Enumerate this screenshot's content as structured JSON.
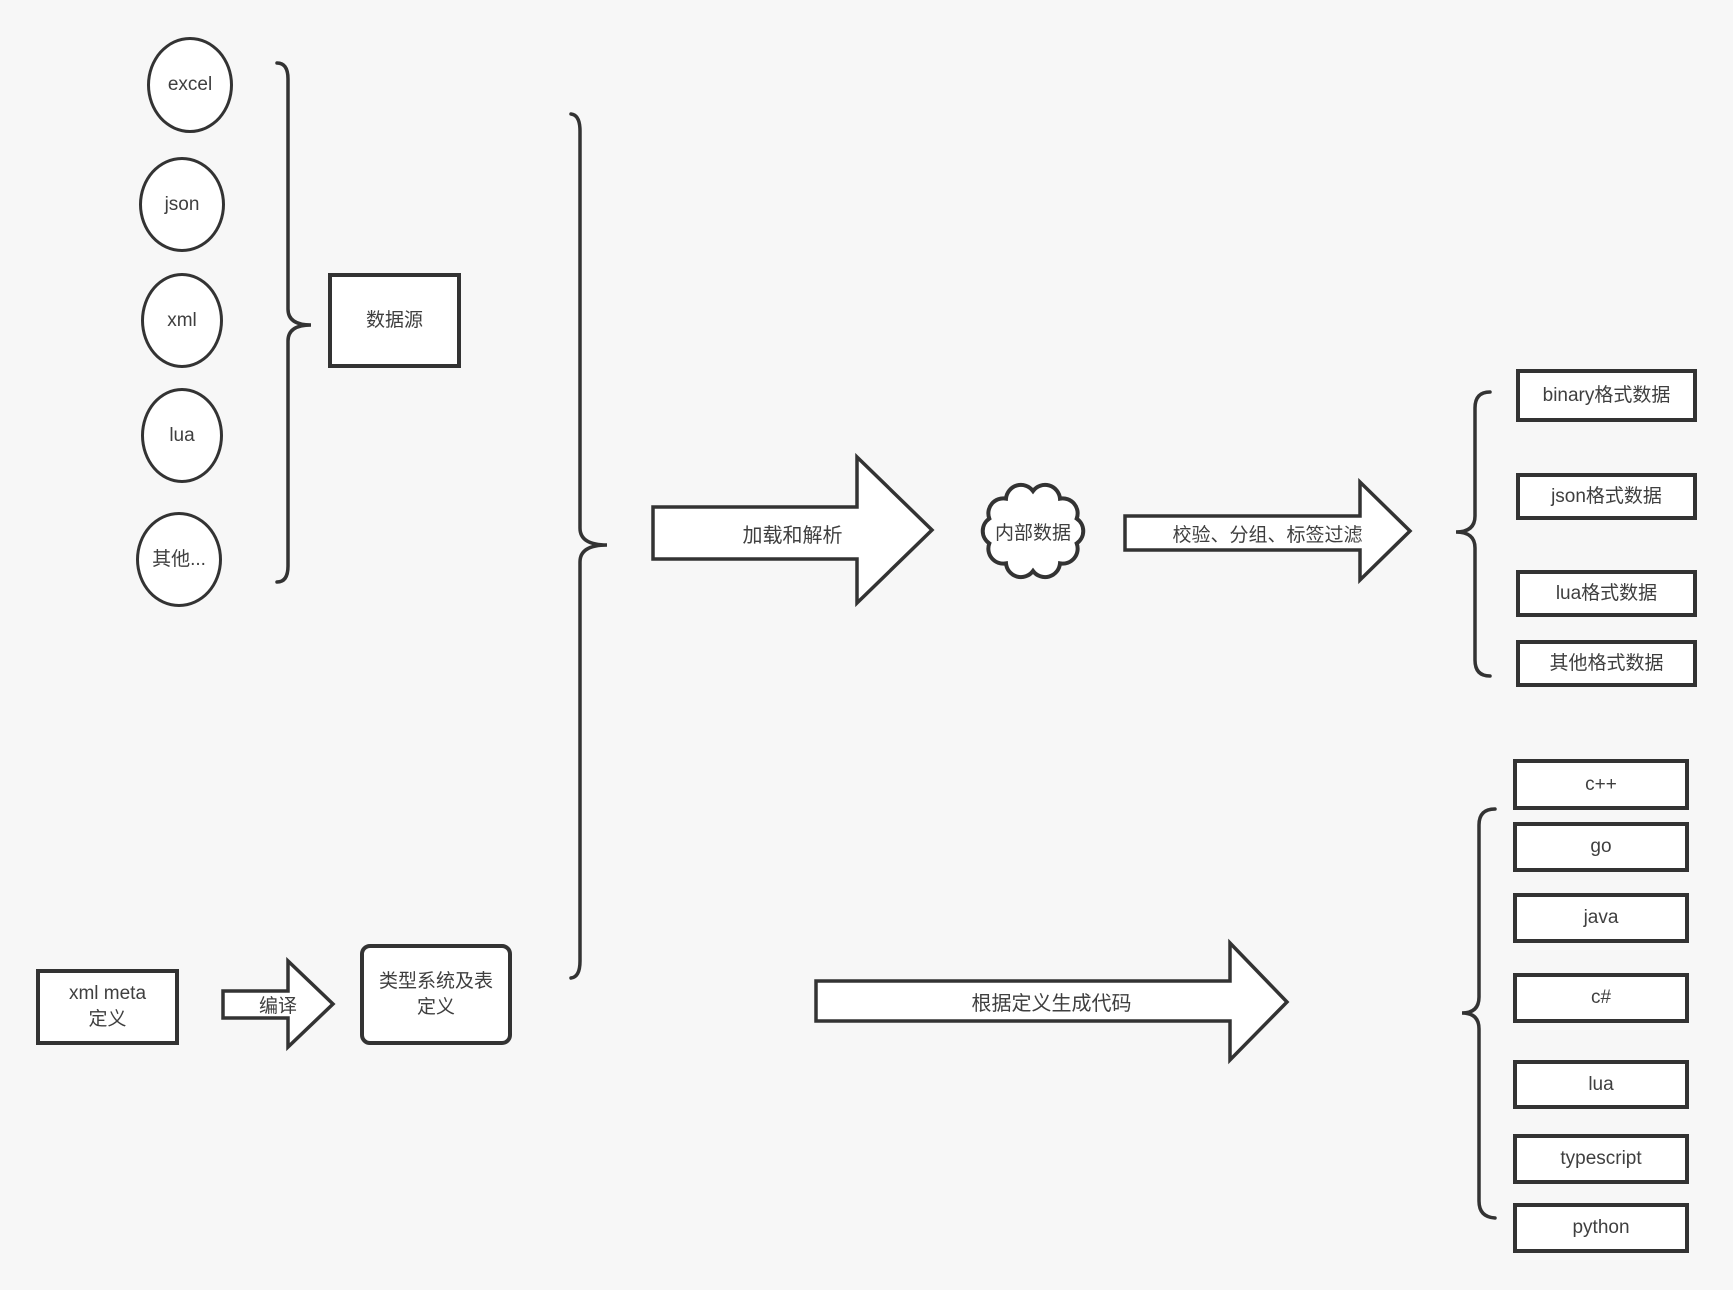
{
  "colors": {
    "background": "#f7f7f7",
    "stroke": "#333333",
    "text": "#3f3f3f",
    "shape_fill": "#ffffff"
  },
  "sources": {
    "group_label": "数据源",
    "items": [
      {
        "label": "excel"
      },
      {
        "label": "json"
      },
      {
        "label": "xml"
      },
      {
        "label": "lua"
      },
      {
        "label": "其他..."
      }
    ]
  },
  "pipeline": {
    "load_arrow_label": "加载和解析",
    "internal_data_label": "内部数据",
    "filter_arrow_label": "校验、分组、标签过滤",
    "output_formats": [
      {
        "label": "binary格式数据"
      },
      {
        "label": "json格式数据"
      },
      {
        "label": "lua格式数据"
      },
      {
        "label": "其他格式数据"
      }
    ]
  },
  "definition": {
    "xml_meta_label": "xml meta定义",
    "compile_arrow_label": "编译",
    "type_system_label": "类型系统及表定义",
    "generate_arrow_label": "根据定义生成代码",
    "languages": [
      {
        "label": "c++"
      },
      {
        "label": "go"
      },
      {
        "label": "java"
      },
      {
        "label": "c#"
      },
      {
        "label": "lua"
      },
      {
        "label": "typescript"
      },
      {
        "label": "python"
      }
    ]
  }
}
